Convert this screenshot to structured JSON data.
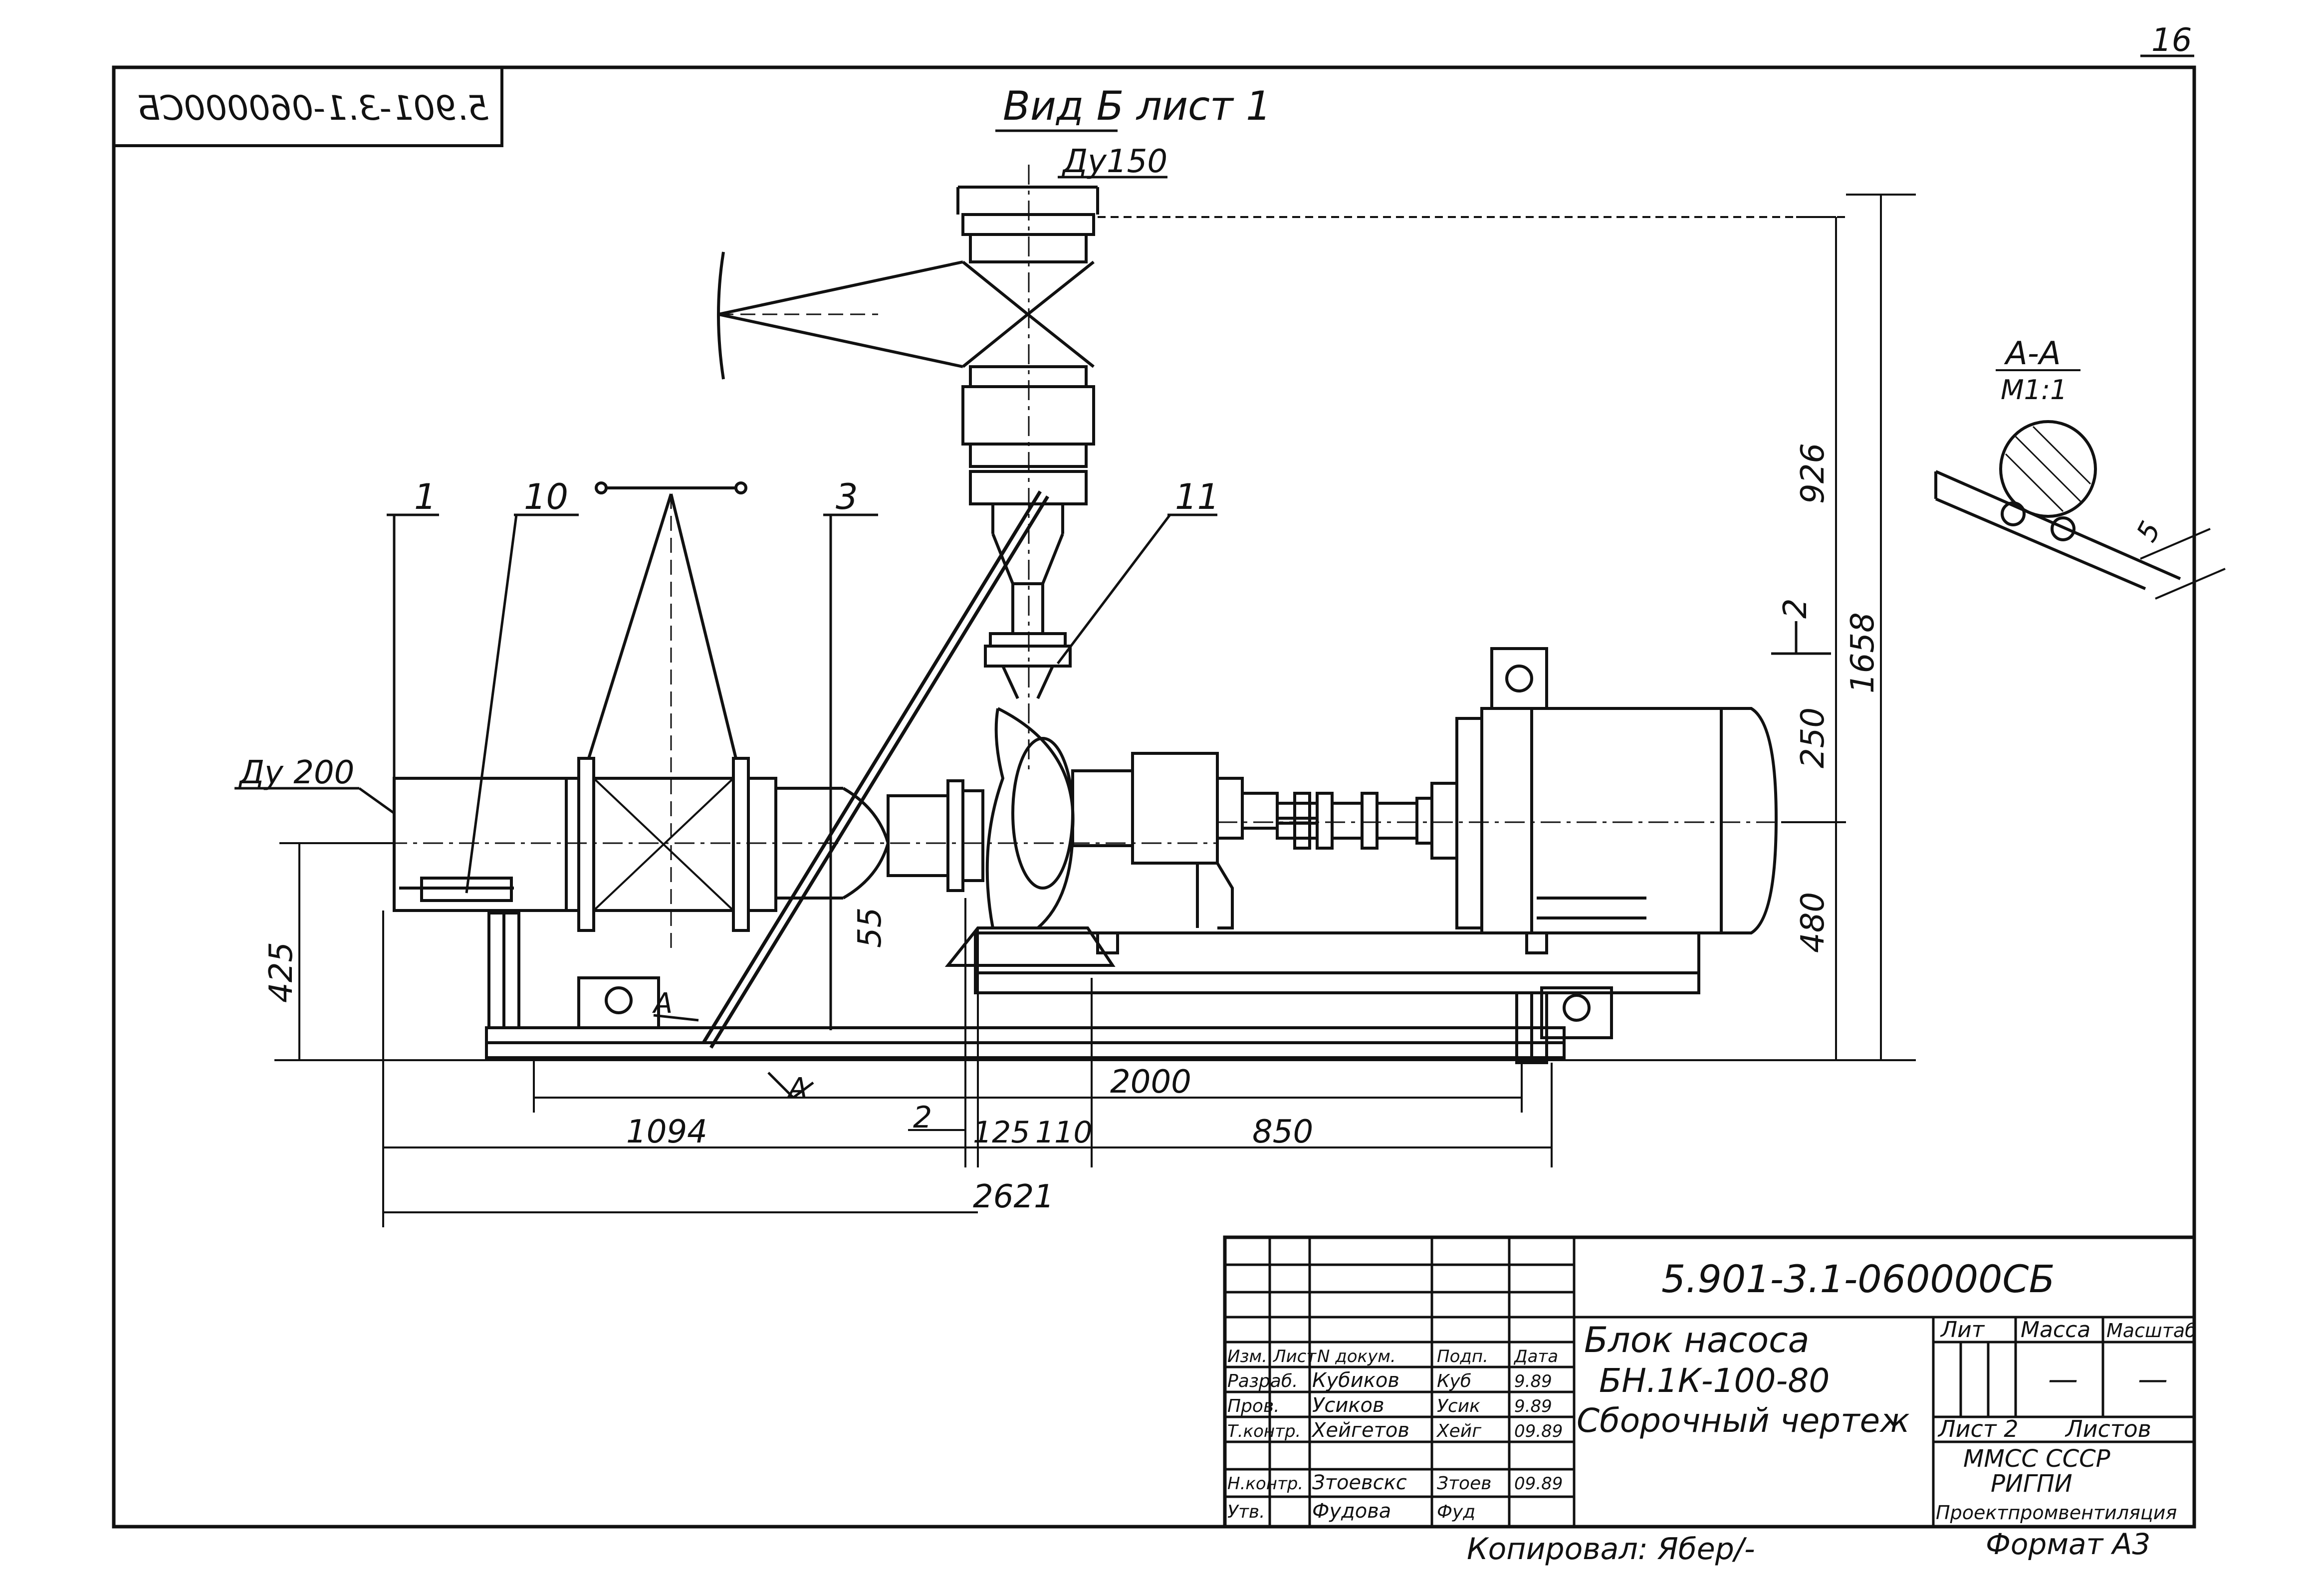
{
  "sheet": {
    "page_number": "16",
    "mirrored_code": "5.901-3.1-060000СБ",
    "view_title": "Вид Б   лист 1",
    "format": "Формат А3",
    "copied_by": "Копировал: Ябер/-"
  },
  "labels": {
    "du150": "Ду150",
    "du200": "Ду 200",
    "section_title": "А-А",
    "section_scale": "М1:1",
    "section_dim": "5",
    "arrow_a": "А",
    "cut_a": "А"
  },
  "positions": {
    "p1": "1",
    "p10": "10",
    "p3": "3",
    "p11": "11",
    "p2a": "2",
    "p2b": "2"
  },
  "dimensions": {
    "d926": "926",
    "d1658": "1658",
    "d250": "250",
    "d480": "480",
    "d425": "425",
    "d55": "55",
    "d2000": "2000",
    "d1094": "1094",
    "d125": "125",
    "d110": "110",
    "d850": "850",
    "d2621": "2621"
  },
  "title_block": {
    "doc_code": "5.901-3.1-060000СБ",
    "name_line1": "Блок насоса",
    "name_line2": "БН.1К-100-80",
    "name_line3": "Сборочный чертеж",
    "col_lit": "Лит",
    "col_mass": "Масса",
    "col_scale": "Масштаб",
    "mass_value": "—",
    "scale_value": "—",
    "sheet_label": "Лист 2",
    "sheets_label": "Листов",
    "org_line1": "ММСС СССР",
    "org_line2": "РИГПИ",
    "org_line3": "Проектпромвентиляция",
    "header_row": [
      "Изм.",
      "Лист",
      "N докум.",
      "Подп.",
      "Дата"
    ],
    "rows": [
      [
        "Разраб.",
        "Кубиков",
        "Куб",
        "9.89"
      ],
      [
        "Пров.",
        "Усиков",
        "Усик",
        "9.89"
      ],
      [
        "Т.контр.",
        "Хейгетов",
        "Хейг",
        "09.89"
      ],
      [
        "Н.контр.",
        "Зтоевскс",
        "Зтоев",
        "09.89"
      ],
      [
        "Утв.",
        "Фудова",
        "Фуд",
        ""
      ]
    ]
  }
}
